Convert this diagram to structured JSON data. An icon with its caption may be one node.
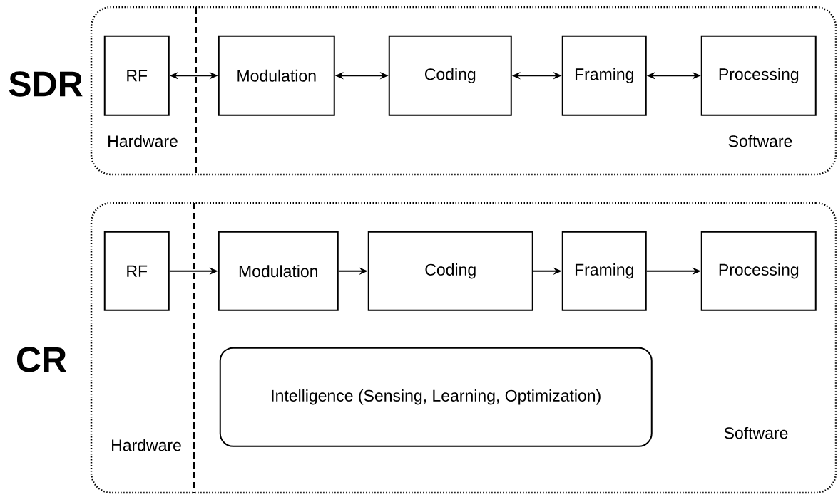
{
  "diagram": {
    "nodes": [
      {
        "text": [
          "SDR"
        ]
      },
      {
        "text": [
          "RF"
        ],
        "in": 0
      },
      {
        "text": [
          "Modulation"
        ],
        "in": 0
      },
      {
        "text": [
          "Coding"
        ],
        "in": 0
      },
      {
        "text": [
          "Framing"
        ],
        "in": 0
      },
      {
        "text": [
          "Processing"
        ],
        "in": 0
      },
      {
        "text": [
          "CR"
        ]
      },
      {
        "text": [
          "RF"
        ],
        "in": 6
      },
      {
        "text": [
          "Modulation"
        ],
        "in": 6
      },
      {
        "text": [
          "Coding"
        ],
        "in": 6
      },
      {
        "text": [
          "Framing"
        ],
        "in": 6
      },
      {
        "text": [
          "Processing"
        ],
        "in": 6
      },
      {
        "text": [
          "Intelligence (Sensing, Learning, Optimization)"
        ],
        "in": 6
      }
    ],
    "edges": [
      {
        "from": 1,
        "to": 2,
        "arrow": "both"
      },
      {
        "from": 2,
        "to": 3,
        "arrow": "both"
      },
      {
        "from": 3,
        "to": 4,
        "arrow": "both"
      },
      {
        "from": 4,
        "to": 5,
        "arrow": "both"
      },
      {
        "from": 7,
        "to": 8,
        "arrow": "to"
      },
      {
        "from": 8,
        "to": 9,
        "arrow": "to"
      },
      {
        "from": 9,
        "to": 10,
        "arrow": "to"
      },
      {
        "from": 10,
        "to": 11,
        "arrow": "to"
      }
    ],
    "labels": [
      "Hardware",
      "Software",
      "Hardware",
      "Software"
    ]
  }
}
